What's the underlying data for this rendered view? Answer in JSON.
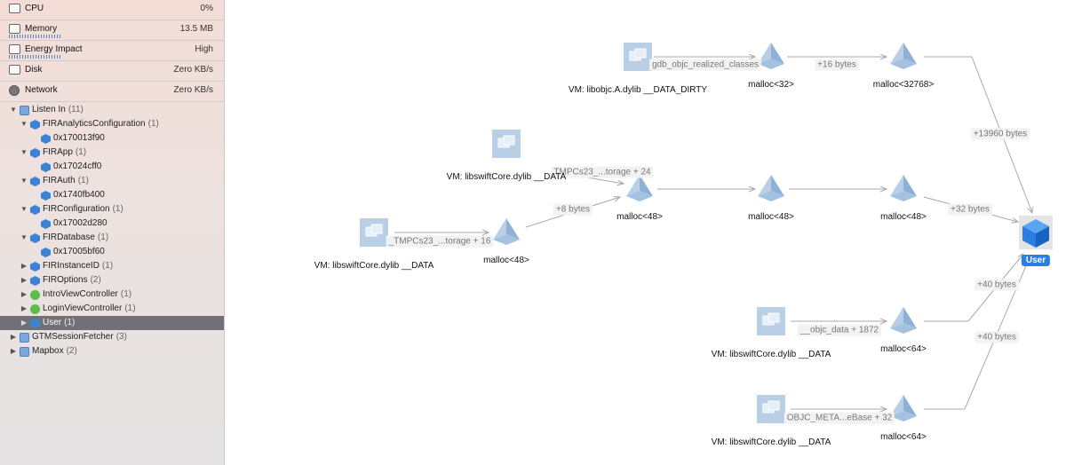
{
  "gauges": [
    {
      "label": "CPU",
      "value": "0%",
      "icon": "cpu-icon"
    },
    {
      "label": "Memory",
      "value": "13.5 MB",
      "icon": "memory-icon"
    },
    {
      "label": "Energy Impact",
      "value": "High",
      "icon": "energy-icon"
    },
    {
      "label": "Disk",
      "value": "Zero KB/s",
      "icon": "disk-icon"
    },
    {
      "label": "Network",
      "value": "Zero KB/s",
      "icon": "network-icon"
    }
  ],
  "tree": [
    {
      "label": "Listen In",
      "count": "(11)"
    },
    {
      "label": "FIRAnalyticsConfiguration",
      "count": "(1)"
    },
    {
      "label": "0x170013f90",
      "count": ""
    },
    {
      "label": "FIRApp",
      "count": "(1)"
    },
    {
      "label": "0x17024cff0",
      "count": ""
    },
    {
      "label": "FIRAuth",
      "count": "(1)"
    },
    {
      "label": "0x1740fb400",
      "count": ""
    },
    {
      "label": "FIRConfiguration",
      "count": "(1)"
    },
    {
      "label": "0x17002d280",
      "count": ""
    },
    {
      "label": "FIRDatabase",
      "count": "(1)"
    },
    {
      "label": "0x17005bf60",
      "count": ""
    },
    {
      "label": "FIRInstanceID",
      "count": "(1)"
    },
    {
      "label": "FIROptions",
      "count": "(2)"
    },
    {
      "label": "IntroViewController",
      "count": "(1)"
    },
    {
      "label": "LoginViewController",
      "count": "(1)"
    },
    {
      "label": "User",
      "count": "(1)"
    },
    {
      "label": "GTMSessionFetcher",
      "count": "(3)"
    },
    {
      "label": "Mapbox",
      "count": "(2)"
    }
  ],
  "graph": {
    "node_labels": {
      "vm_objc": "VM: libobjc.A.dylib __DATA_DIRTY",
      "m32": "malloc<32>",
      "m32768": "malloc<32768>",
      "vm_swift_a": "VM: libswiftCore.dylib __DATA",
      "vm_swift_b": "VM: libswiftCore.dylib __DATA",
      "m48_a": "malloc<48>",
      "m48_b": "malloc<48>",
      "m48_c": "malloc<48>",
      "m48_d": "malloc<48>",
      "vm_swift_c": "VM: libswiftCore.dylib __DATA",
      "m64_a": "malloc<64>",
      "vm_swift_d": "VM: libswiftCore.dylib __DATA",
      "m64_b": "malloc<64>",
      "user": "User"
    },
    "edge_labels": {
      "gdb": "gdb_objc_realized_classes",
      "plus16": "+16 bytes",
      "plus13960": "+13960 bytes",
      "storage24": "TMPCs23_...torage + 24",
      "storage16": "_TMPCs23_...torage + 16",
      "plus8": "+8 bytes",
      "plus32": "+32 bytes",
      "objc_data": "__objc_data + 1872",
      "plus40a": "+40 bytes",
      "objc_meta": "OBJC_META...eBase + 32",
      "plus40b": "+40 bytes"
    },
    "colors": {
      "node": "#b8cfe6",
      "node_dark": "#8fb1d5",
      "edge": "#a8a8a8",
      "user": "#2a7fe6"
    }
  }
}
